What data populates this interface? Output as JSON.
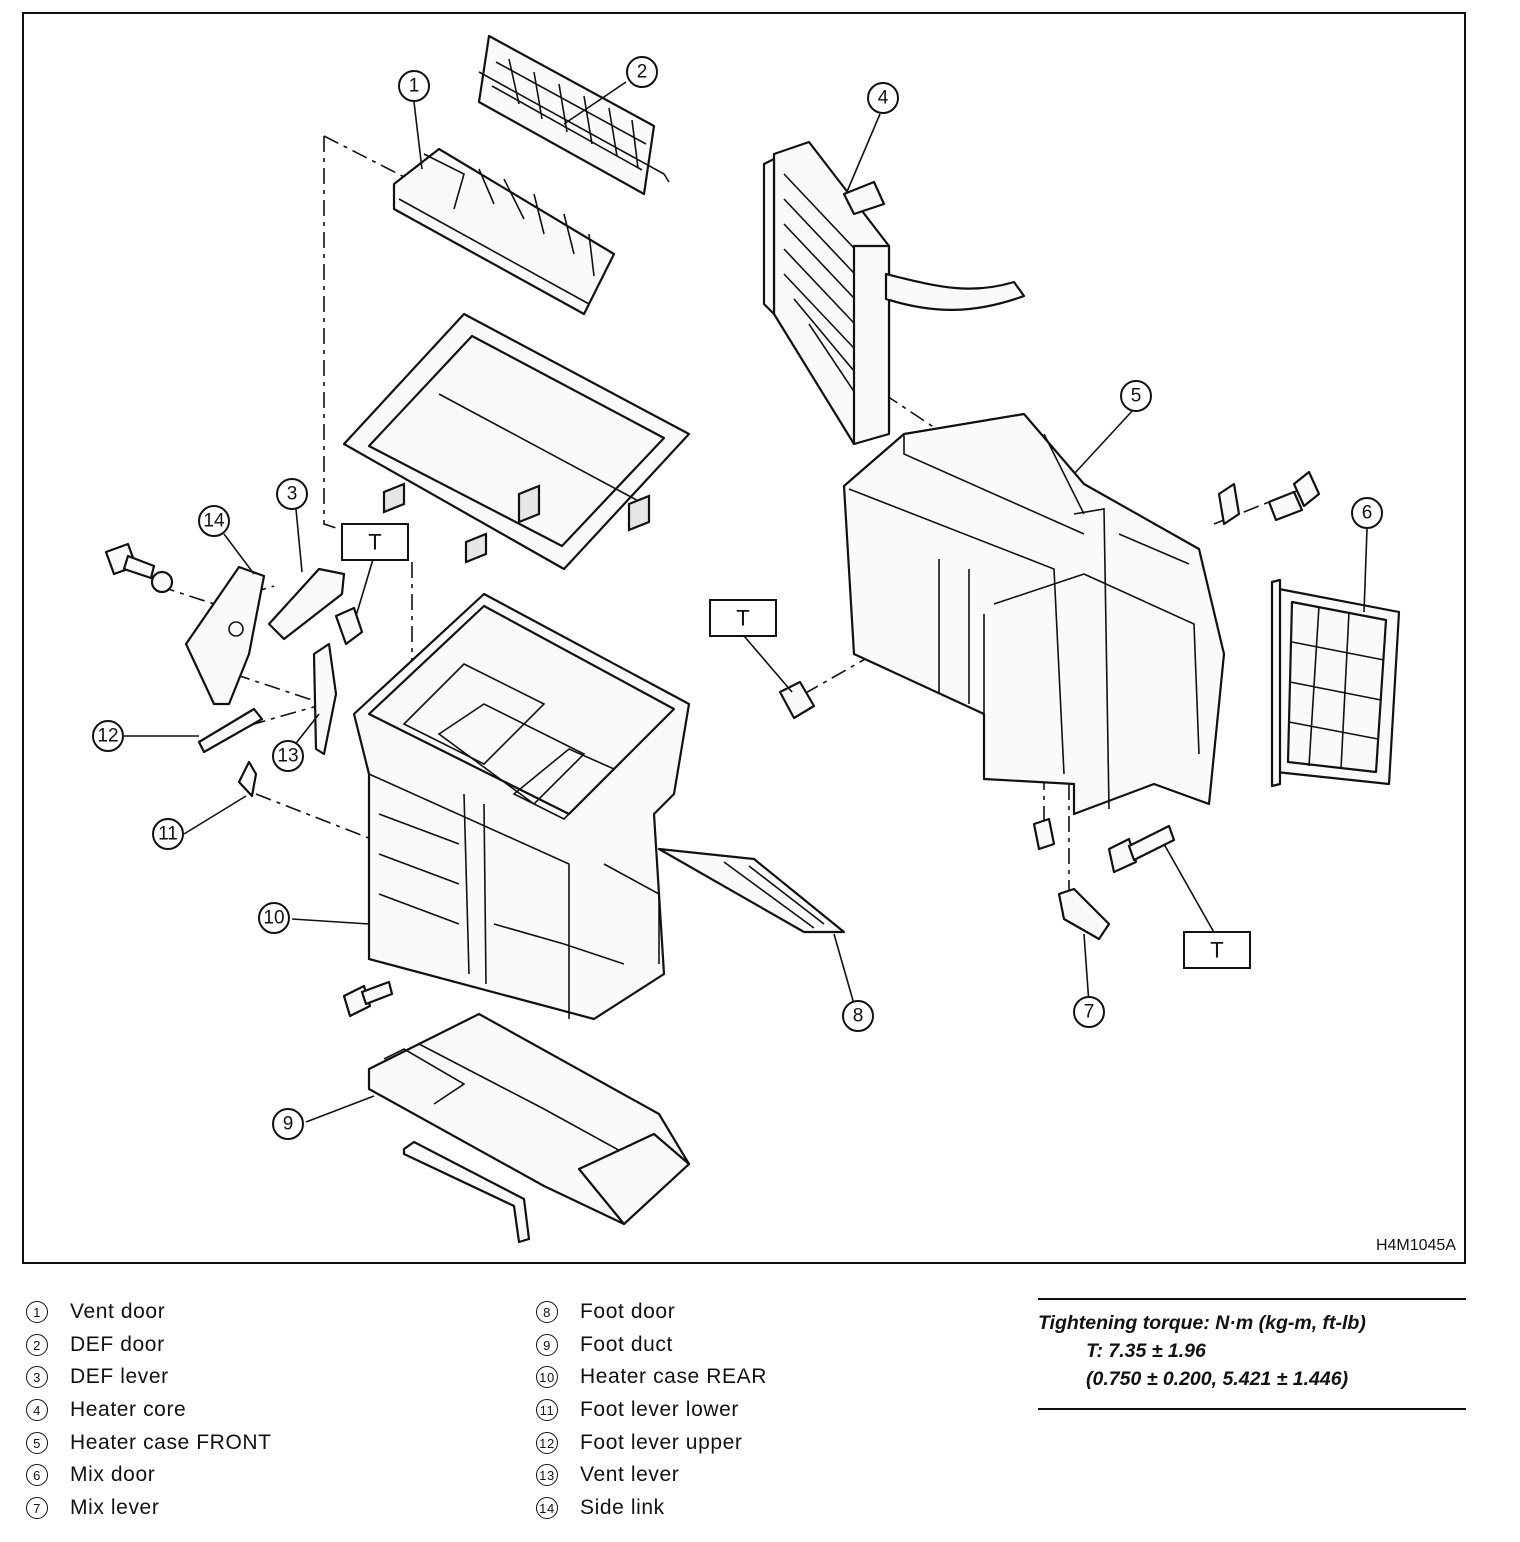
{
  "diagram": {
    "code": "H4M1045A",
    "torque_marker": "T",
    "callouts": [
      "1",
      "2",
      "3",
      "4",
      "5",
      "6",
      "7",
      "8",
      "9",
      "10",
      "11",
      "12",
      "13",
      "14"
    ]
  },
  "legend": {
    "left": [
      {
        "num": "1",
        "label": "Vent door"
      },
      {
        "num": "2",
        "label": "DEF door"
      },
      {
        "num": "3",
        "label": "DEF lever"
      },
      {
        "num": "4",
        "label": "Heater core"
      },
      {
        "num": "5",
        "label": "Heater case FRONT"
      },
      {
        "num": "6",
        "label": "Mix door"
      },
      {
        "num": "7",
        "label": "Mix lever"
      }
    ],
    "right": [
      {
        "num": "8",
        "label": "Foot door"
      },
      {
        "num": "9",
        "label": "Foot duct"
      },
      {
        "num": "10",
        "label": "Heater case REAR"
      },
      {
        "num": "11",
        "label": "Foot lever lower"
      },
      {
        "num": "12",
        "label": "Foot lever upper"
      },
      {
        "num": "13",
        "label": "Vent lever"
      },
      {
        "num": "14",
        "label": "Side link"
      }
    ]
  },
  "torque": {
    "title": "Tightening torque: N·m (kg-m, ft-lb)",
    "value": "T: 7.35 ± 1.96",
    "range": "(0.750 ± 0.200, 5.421 ± 1.446)"
  }
}
